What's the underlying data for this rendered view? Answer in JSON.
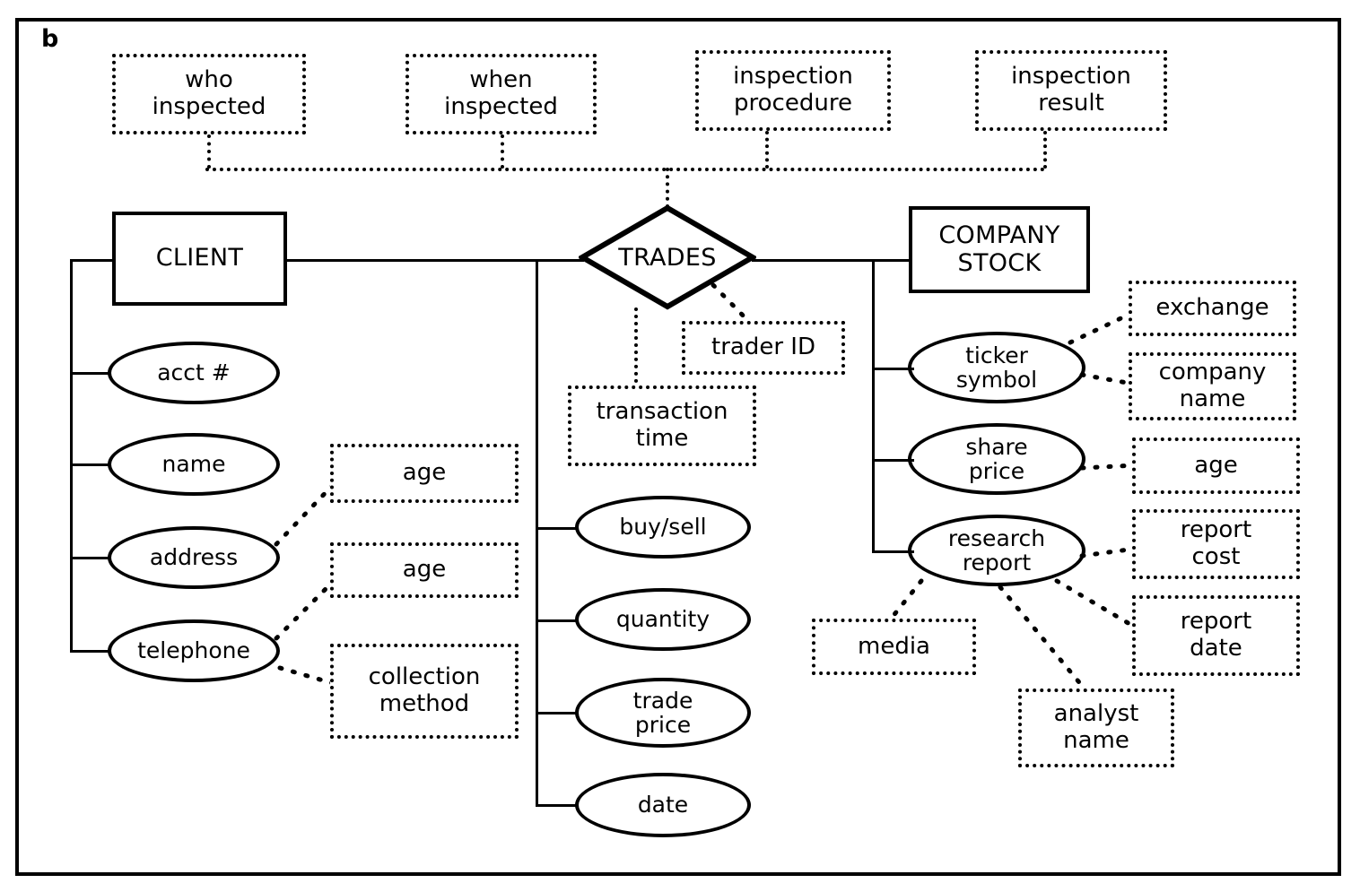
{
  "figure": {
    "panel_label": "b",
    "diagram_type": "entity-relationship-diagram"
  },
  "top_annotations": [
    {
      "label": "who\ninspected",
      "text": "who inspected"
    },
    {
      "label": "when\ninspected",
      "text": "when inspected"
    },
    {
      "label": "inspection\nprocedure",
      "text": "inspection procedure"
    },
    {
      "label": "inspection\nresult",
      "text": "inspection result"
    }
  ],
  "entities": [
    {
      "name": "CLIENT",
      "line1": "CLIENT",
      "line2": ""
    },
    {
      "name": "COMPANY STOCK",
      "line1": "COMPANY",
      "line2": "STOCK"
    }
  ],
  "relationship": {
    "name": "TRADES"
  },
  "client_attributes": [
    {
      "label": "acct #"
    },
    {
      "label": "name"
    },
    {
      "label": "address"
    },
    {
      "label": "telephone"
    }
  ],
  "client_annotations": [
    {
      "text": "age",
      "source": "address"
    },
    {
      "text": "age",
      "source": "telephone"
    },
    {
      "text": "collection\nmethod",
      "line1": "collection",
      "line2": "method",
      "source": "telephone"
    }
  ],
  "trades_annotations": [
    {
      "text": "trader ID"
    },
    {
      "text": "transaction\ntime",
      "line1": "transaction",
      "line2": "time"
    }
  ],
  "trades_attributes": [
    {
      "label": "buy/sell"
    },
    {
      "label": "quantity"
    },
    {
      "label": "trade\nprice",
      "line1": "trade",
      "line2": "price"
    },
    {
      "label": "date"
    }
  ],
  "stock_attributes": [
    {
      "label": "ticker\nsymbol",
      "line1": "ticker",
      "line2": "symbol"
    },
    {
      "label": "share\nprice",
      "line1": "share",
      "line2": "price"
    },
    {
      "label": "research\nreport",
      "line1": "research",
      "line2": "report"
    }
  ],
  "stock_annotations": [
    {
      "text": "exchange",
      "source": "ticker symbol"
    },
    {
      "text": "company\nname",
      "line1": "company",
      "line2": "name",
      "source": "ticker symbol"
    },
    {
      "text": "age",
      "source": "share price"
    },
    {
      "text": "report\ncost",
      "line1": "report",
      "line2": "cost",
      "source": "research report"
    },
    {
      "text": "report\ndate",
      "line1": "report",
      "line2": "date",
      "source": "research report"
    },
    {
      "text": "media",
      "source": "research report"
    },
    {
      "text": "analyst\nname",
      "line1": "analyst",
      "line2": "name",
      "source": "research report"
    }
  ],
  "colors": {
    "stroke": "#000000",
    "background": "#ffffff"
  }
}
